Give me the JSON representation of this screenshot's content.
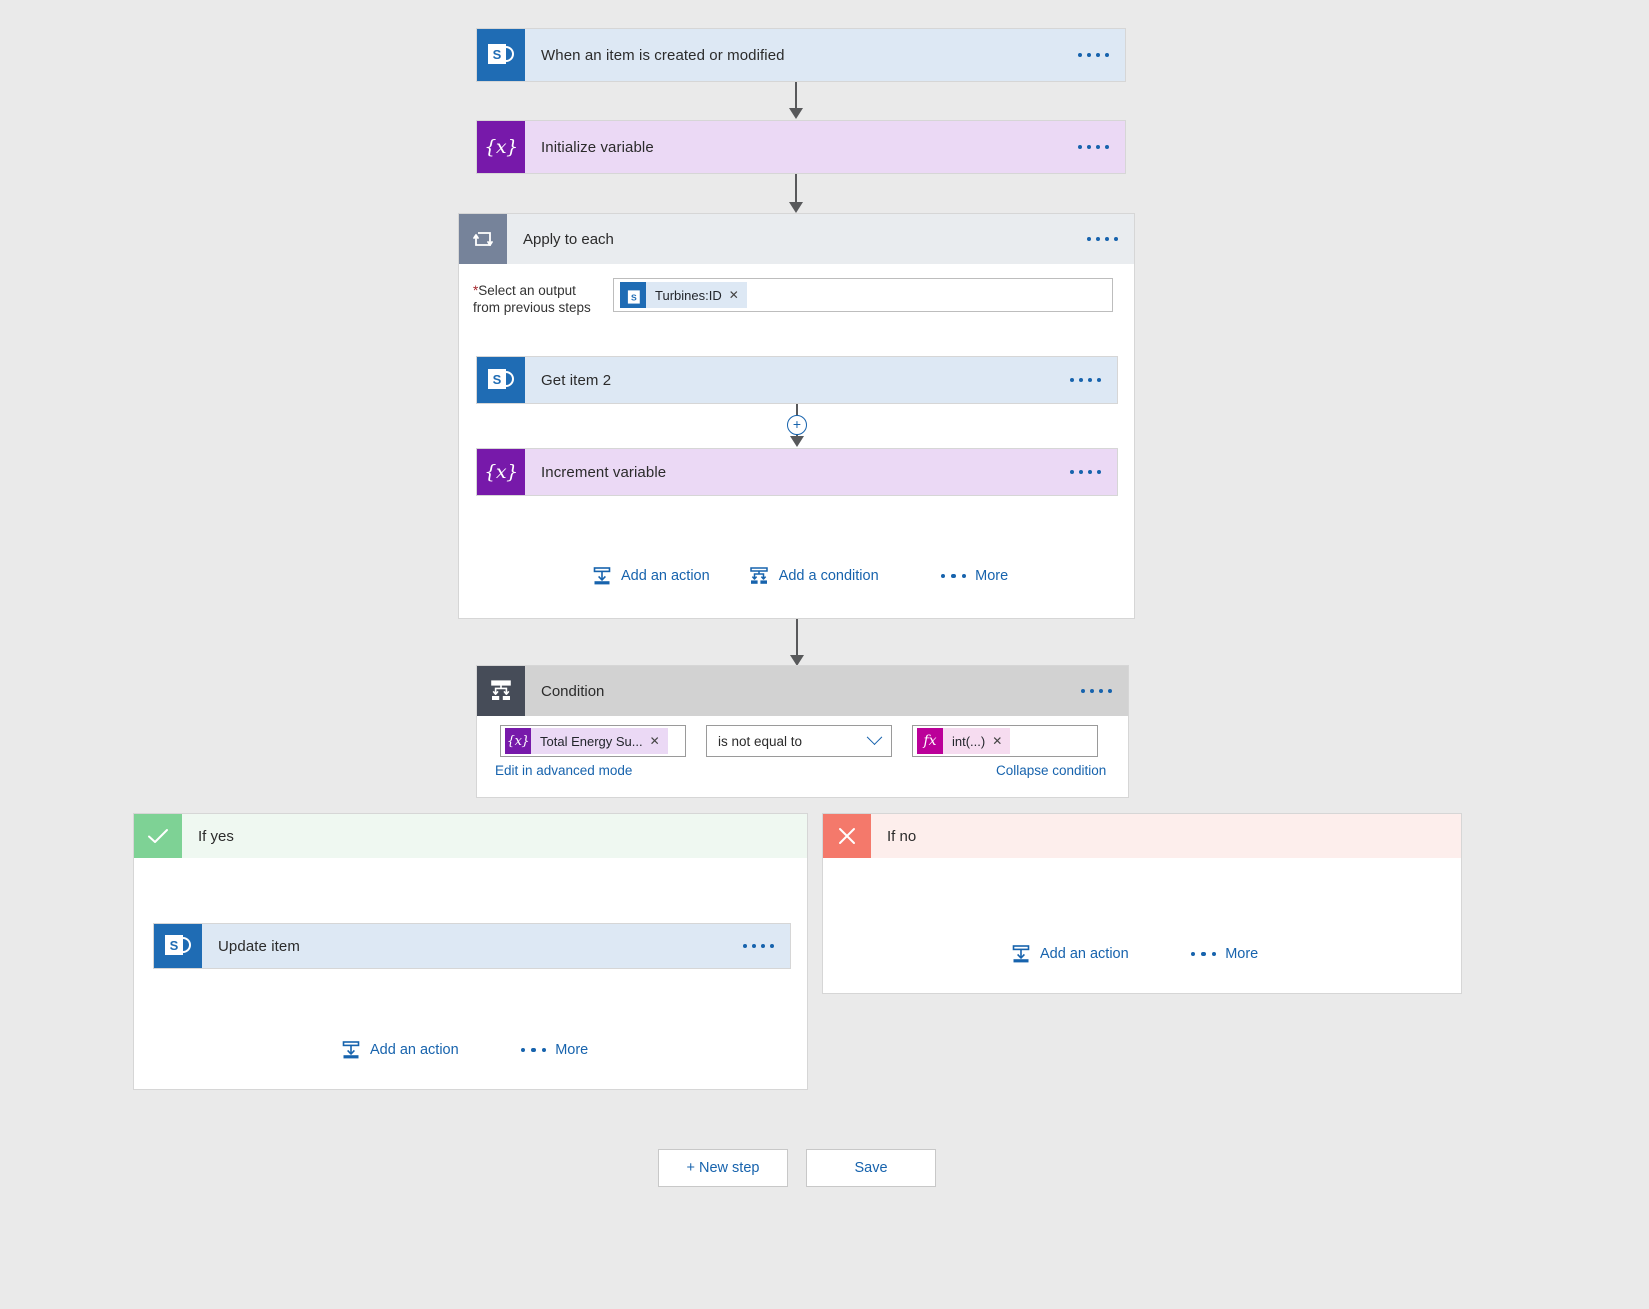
{
  "flow": {
    "trigger": {
      "title": "When an item is created or modified",
      "icon": "sharepoint-icon",
      "menu": "more-options"
    },
    "initialize_variable": {
      "title": "Initialize variable",
      "icon": "variable-icon"
    },
    "apply_to_each": {
      "title": "Apply to each",
      "icon": "loop-icon",
      "field": {
        "label_required_marker": "*",
        "label_line1": "Select an output",
        "label_line2": "from previous steps",
        "token": {
          "text": "Turbines:ID",
          "remove": "✕",
          "icon": "sharepoint-icon"
        }
      },
      "actions": [
        {
          "title": "Get item 2",
          "icon": "sharepoint-icon",
          "type": "sharepoint"
        },
        {
          "title": "Increment variable",
          "icon": "variable-icon",
          "type": "variable"
        }
      ],
      "links": {
        "add_action": "Add an action",
        "add_condition": "Add a condition",
        "more": "More"
      }
    },
    "condition": {
      "title": "Condition",
      "icon": "condition-icon",
      "left_operand": {
        "text": "Total Energy Su...",
        "remove": "✕",
        "icon": "variable-icon"
      },
      "operator": {
        "value": "is not equal to",
        "chevron": "chevron-down-icon"
      },
      "right_operand": {
        "text": "int(...)",
        "remove": "✕",
        "icon": "function-icon"
      },
      "advanced_link": "Edit in advanced mode",
      "collapse_link": "Collapse condition"
    },
    "if_yes": {
      "title": "If yes",
      "icon": "checkmark-icon",
      "actions": [
        {
          "title": "Update item",
          "icon": "sharepoint-icon",
          "type": "sharepoint"
        }
      ],
      "links": {
        "add_action": "Add an action",
        "more": "More"
      }
    },
    "if_no": {
      "title": "If no",
      "icon": "close-icon",
      "actions": [],
      "links": {
        "add_action": "Add an action",
        "more": "More"
      }
    },
    "footer": {
      "new_step": "+ New step",
      "save": "Save"
    },
    "colors": {
      "canvas": "#eaeaea",
      "sharepoint": "#1f6cb4",
      "sharepoint_body": "#dde8f4",
      "variable": "#7719aa",
      "variable_body": "#ebd9f5",
      "loop_header": "#76839a",
      "condition_header": "#464c58",
      "yes": "#7ed295",
      "no": "#f4796b",
      "link": "#1763ad",
      "required": "#a4262c"
    }
  }
}
